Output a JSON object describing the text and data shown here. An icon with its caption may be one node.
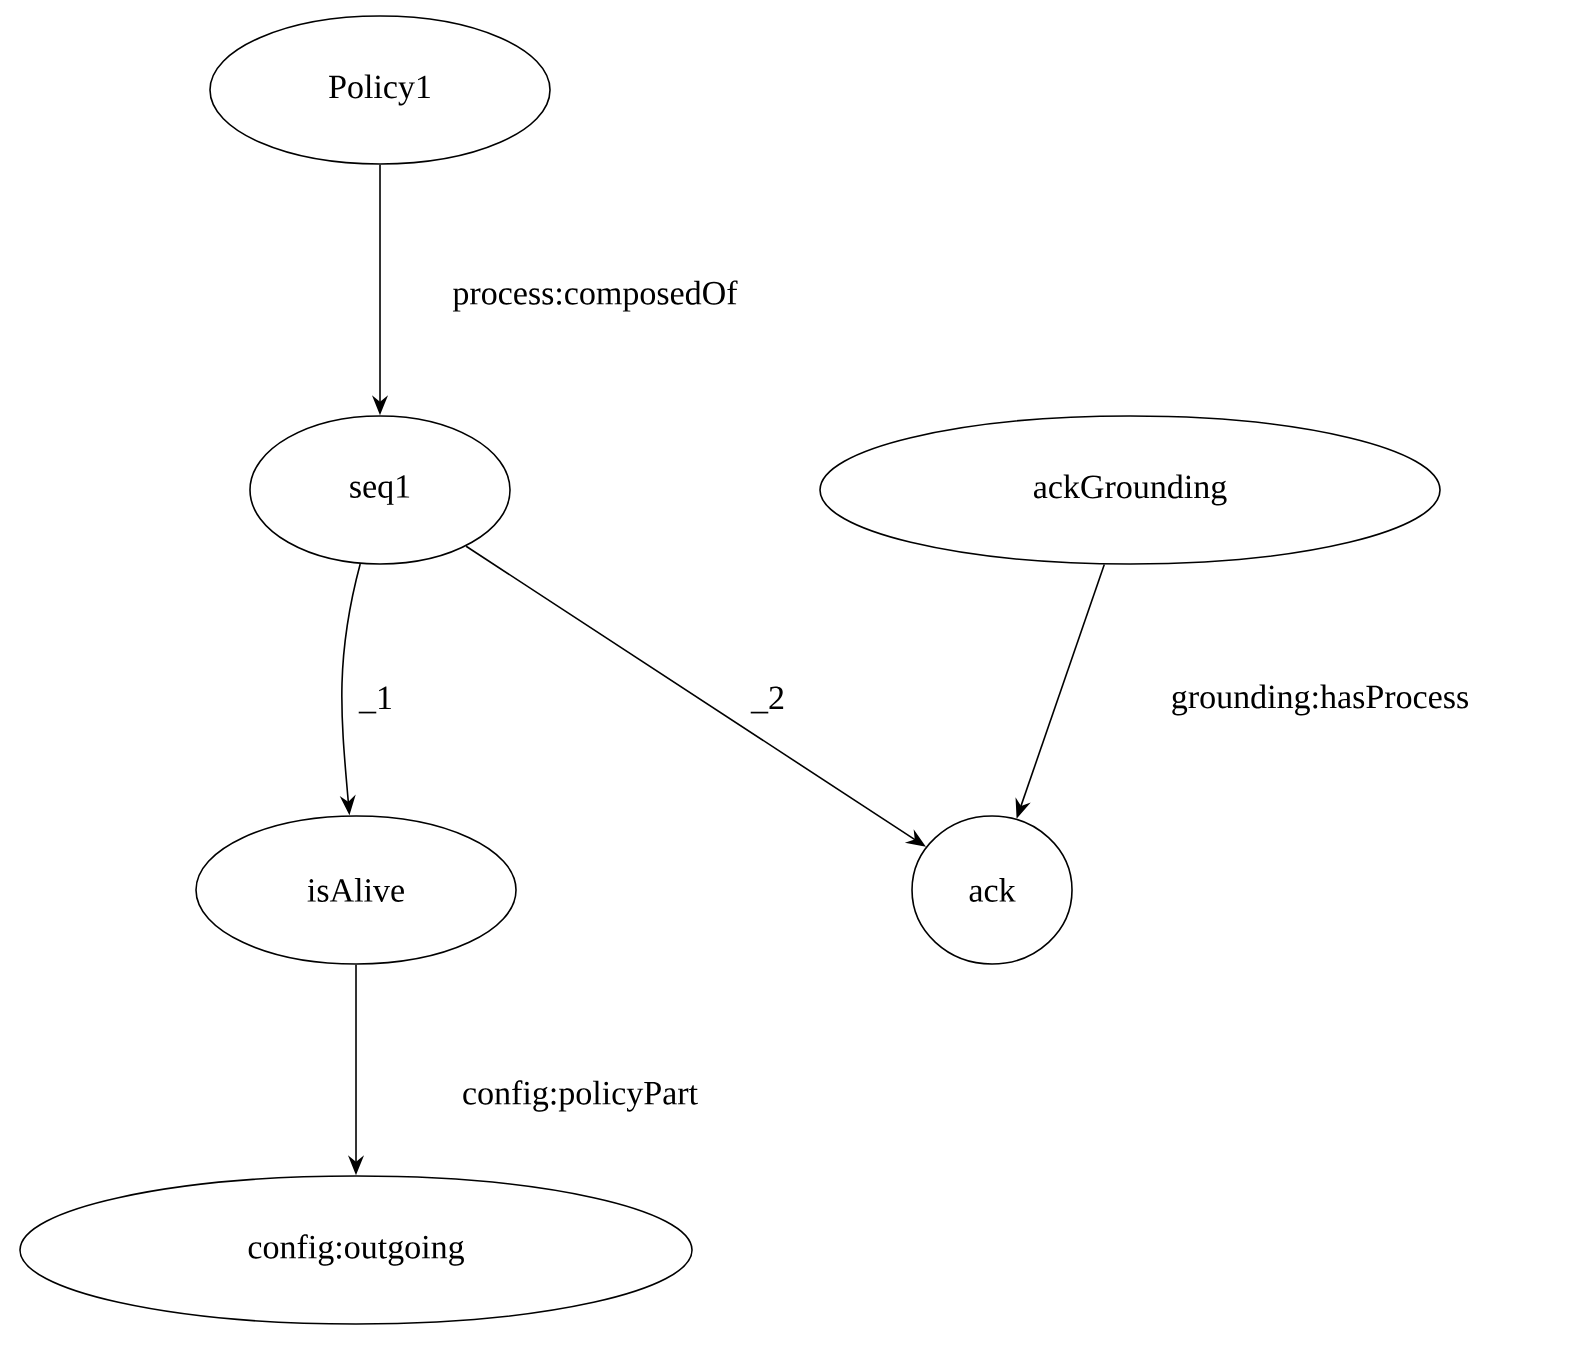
{
  "diagram": {
    "nodes": [
      {
        "text": [
          "Policy1"
        ]
      },
      {
        "text": [
          "seq1"
        ]
      },
      {
        "text": [
          "ackGrounding"
        ]
      },
      {
        "text": [
          "isAlive"
        ]
      },
      {
        "text": [
          "ack"
        ]
      },
      {
        "text": [
          "config:outgoing"
        ]
      }
    ],
    "edges": [
      {
        "from": 0,
        "to": 1,
        "arrow": "to",
        "label": "process:composedOf"
      },
      {
        "from": 1,
        "to": 3,
        "arrow": "to",
        "label": "_1"
      },
      {
        "from": 1,
        "to": 4,
        "arrow": "to",
        "label": "_2"
      },
      {
        "from": 2,
        "to": 4,
        "arrow": "to",
        "label": "grounding:hasProcess"
      },
      {
        "from": 3,
        "to": 5,
        "arrow": "to",
        "label": "config:policyPart"
      }
    ]
  }
}
